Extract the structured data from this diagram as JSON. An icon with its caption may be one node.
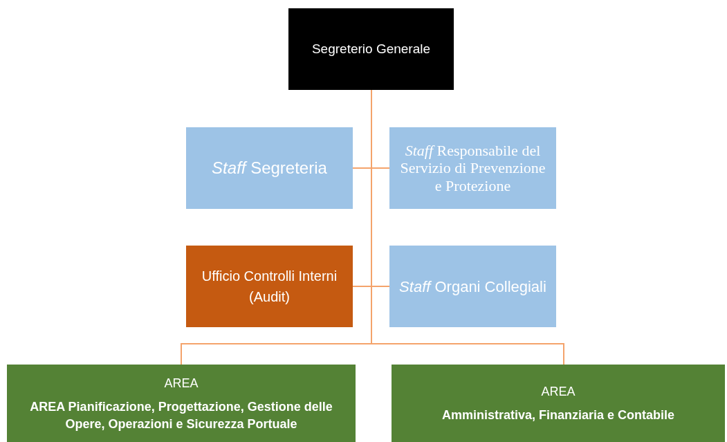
{
  "diagram": {
    "nodes": [
      {
        "text": [
          "Segreterio Generale"
        ]
      },
      {
        "text": [
          "*Staff* Segreteria"
        ]
      },
      {
        "text": [
          "*Staff* Responsabile del Servizio di Prevenzione e Protezione"
        ]
      },
      {
        "text": [
          "Ufficio Controlli Interni (Audit)"
        ]
      },
      {
        "text": [
          "*Staff* Organi Collegiali"
        ]
      },
      {
        "text": [
          "AREA",
          "AREA Pianificazione, Progettazione, Gestione delle Opere, Operazioni e Sicurezza Portuale"
        ]
      },
      {
        "text": [
          "AREA",
          "Amministrativa, Finanziaria e Contabile"
        ]
      }
    ],
    "edges": [
      {
        "from": 0,
        "to": 1,
        "arrow": "none"
      },
      {
        "from": 0,
        "to": 2,
        "arrow": "none"
      },
      {
        "from": 0,
        "to": 3,
        "arrow": "none"
      },
      {
        "from": 0,
        "to": 4,
        "arrow": "none"
      },
      {
        "from": 0,
        "to": 5,
        "arrow": "none"
      },
      {
        "from": 0,
        "to": 6,
        "arrow": "none"
      }
    ]
  }
}
